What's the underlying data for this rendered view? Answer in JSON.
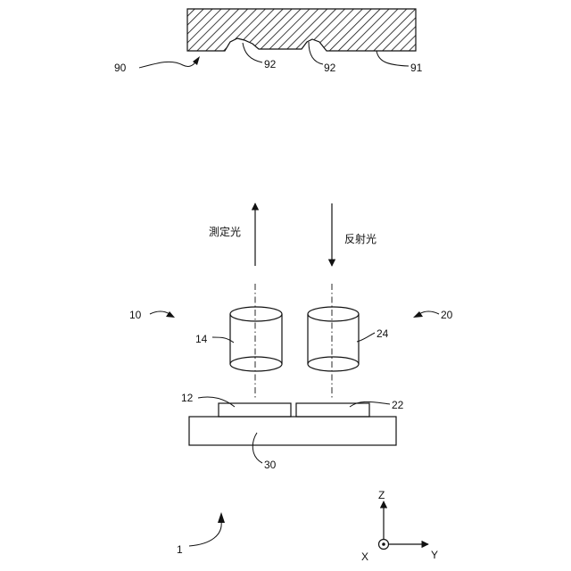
{
  "figure": {
    "labels": {
      "object": "90",
      "surface": "91",
      "defect_a": "92",
      "defect_b": "92",
      "emitter_unit": "10",
      "receiver_unit": "20",
      "emitter_lens": "14",
      "receiver_lens": "24",
      "emitter_element": "12",
      "receiver_element": "22",
      "substrate": "30",
      "device": "1"
    },
    "beams": {
      "measurement_light": "測定光",
      "reflected_light": "反射光"
    },
    "axes": {
      "z": "Z",
      "x": "X",
      "y": "Y"
    }
  },
  "colors": {
    "line": "#111111",
    "background": "#ffffff"
  }
}
